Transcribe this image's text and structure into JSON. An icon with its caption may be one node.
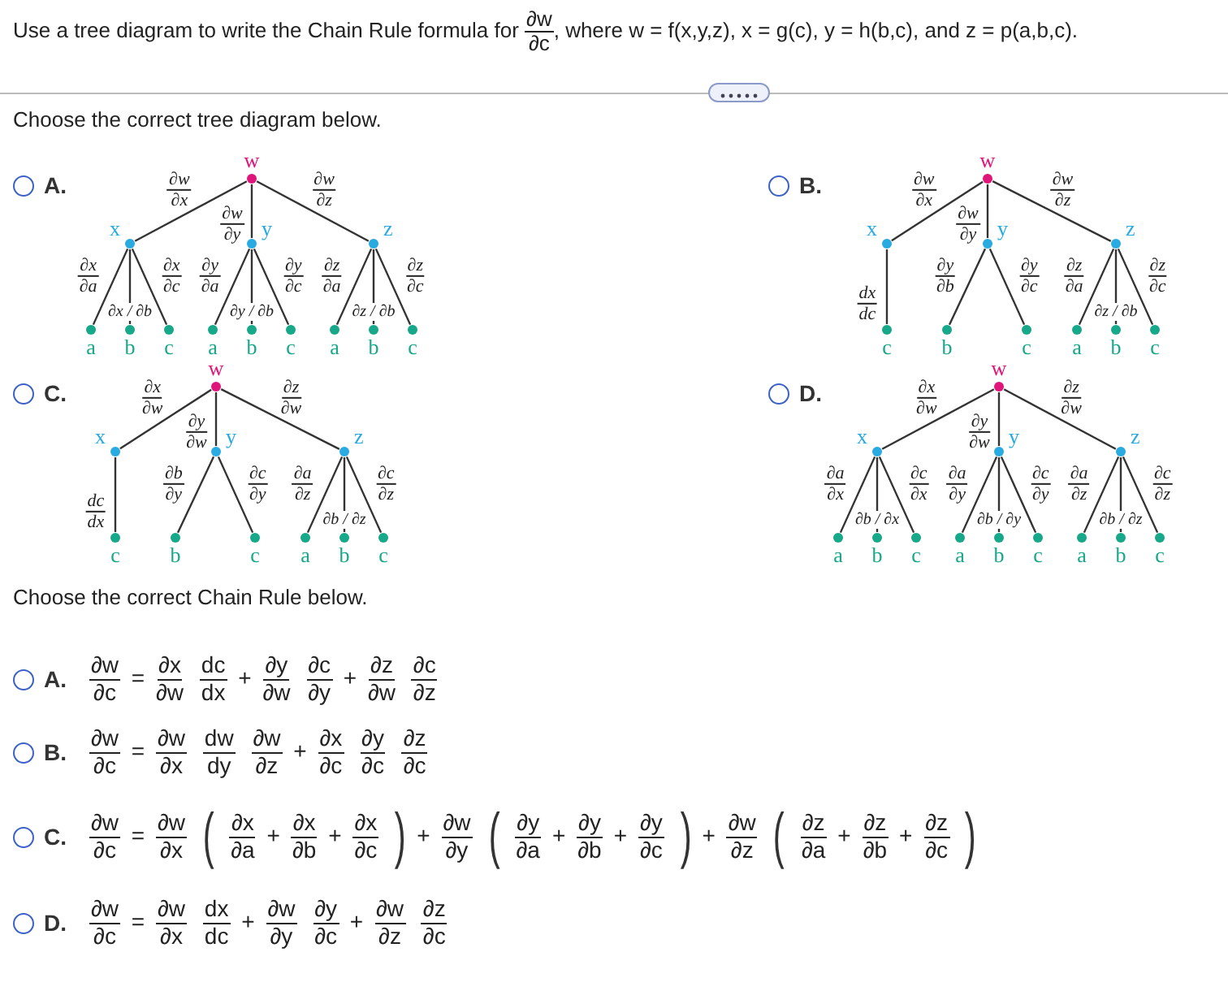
{
  "diagram": {
    "title": "Use a tree diagram to write the Chain Rule formula for $^{∂w}$$_{∂c}$, where w = f(x,y,z), x = g(c), y = h(b,c), and z = p(a,b,c).",
    "nodes": [
      {
        "text": [
          "w"
        ]
      },
      {
        "text": [
          "x"
        ]
      },
      {
        "text": [
          "y"
        ]
      },
      {
        "text": [
          "z"
        ]
      },
      {
        "text": [
          "a"
        ]
      },
      {
        "text": [
          "b"
        ]
      },
      {
        "text": [
          "c"
        ]
      },
      {
        "text": [
          "a"
        ]
      },
      {
        "text": [
          "b"
        ]
      },
      {
        "text": [
          "c"
        ]
      },
      {
        "text": [
          "a"
        ]
      },
      {
        "text": [
          "b"
        ]
      },
      {
        "text": [
          "c"
        ]
      },
      {
        "text": [
          "w"
        ]
      },
      {
        "text": [
          "x"
        ]
      },
      {
        "text": [
          "y"
        ]
      },
      {
        "text": [
          "z"
        ]
      },
      {
        "text": [
          "c"
        ]
      },
      {
        "text": [
          "b"
        ]
      },
      {
        "text": [
          "c"
        ]
      },
      {
        "text": [
          "a"
        ]
      },
      {
        "text": [
          "b"
        ]
      },
      {
        "text": [
          "c"
        ]
      },
      {
        "text": [
          "w"
        ]
      },
      {
        "text": [
          "x"
        ]
      },
      {
        "text": [
          "y"
        ]
      },
      {
        "text": [
          "z"
        ]
      },
      {
        "text": [
          "c"
        ]
      },
      {
        "text": [
          "b"
        ]
      },
      {
        "text": [
          "c"
        ]
      },
      {
        "text": [
          "a"
        ]
      },
      {
        "text": [
          "b"
        ]
      },
      {
        "text": [
          "c"
        ]
      },
      {
        "text": [
          "w"
        ]
      },
      {
        "text": [
          "x"
        ]
      },
      {
        "text": [
          "y"
        ]
      },
      {
        "text": [
          "z"
        ]
      },
      {
        "text": [
          "a"
        ]
      },
      {
        "text": [
          "b"
        ]
      },
      {
        "text": [
          "c"
        ]
      },
      {
        "text": [
          "a"
        ]
      },
      {
        "text": [
          "b"
        ]
      },
      {
        "text": [
          "c"
        ]
      },
      {
        "text": [
          "a"
        ]
      },
      {
        "text": [
          "b"
        ]
      },
      {
        "text": [
          "c"
        ]
      }
    ],
    "edges": [
      {
        "from": 0,
        "to": 1,
        "arrow": "none",
        "label": "$^{∂w}$$_{∂x}$"
      },
      {
        "from": 0,
        "to": 2,
        "arrow": "none",
        "label": "$^{∂w}$$_{∂y}$"
      },
      {
        "from": 0,
        "to": 3,
        "arrow": "none",
        "label": "$^{∂w}$$_{∂z}$"
      },
      {
        "from": 1,
        "to": 4,
        "arrow": "none",
        "label": "$^{∂x}$$_{∂a}$"
      },
      {
        "from": 1,
        "to": 5,
        "arrow": "none",
        "label": "∂x / ∂b"
      },
      {
        "from": 1,
        "to": 6,
        "arrow": "none",
        "label": "$^{∂x}$$_{∂c}$"
      },
      {
        "from": 2,
        "to": 7,
        "arrow": "none",
        "label": "$^{∂y}$$_{∂a}$"
      },
      {
        "from": 2,
        "to": 8,
        "arrow": "none",
        "label": "∂y / ∂b"
      },
      {
        "from": 2,
        "to": 9,
        "arrow": "none",
        "label": "$^{∂y}$$_{∂c}$"
      },
      {
        "from": 3,
        "to": 10,
        "arrow": "none",
        "label": "$^{∂z}$$_{∂a}$"
      },
      {
        "from": 3,
        "to": 11,
        "arrow": "none",
        "label": "∂z / ∂b"
      },
      {
        "from": 3,
        "to": 12,
        "arrow": "none",
        "label": "$^{∂z}$$_{∂c}$"
      },
      {
        "from": 13,
        "to": 14,
        "arrow": "none",
        "label": "$^{∂w}$$_{∂x}$"
      },
      {
        "from": 13,
        "to": 15,
        "arrow": "none",
        "label": "$^{∂w}$$_{∂y}$"
      },
      {
        "from": 13,
        "to": 16,
        "arrow": "none",
        "label": "$^{∂w}$$_{∂z}$"
      },
      {
        "from": 14,
        "to": 17,
        "arrow": "none",
        "label": "$^{dx}$$_{dc}$"
      },
      {
        "from": 15,
        "to": 18,
        "arrow": "none",
        "label": "$^{∂y}$$_{∂b}$"
      },
      {
        "from": 15,
        "to": 19,
        "arrow": "none",
        "label": "$^{∂y}$$_{∂c}$"
      },
      {
        "from": 16,
        "to": 20,
        "arrow": "none",
        "label": "$^{∂z}$$_{∂a}$"
      },
      {
        "from": 16,
        "to": 21,
        "arrow": "none",
        "label": "∂z / ∂b"
      },
      {
        "from": 16,
        "to": 22,
        "arrow": "none",
        "label": "$^{∂z}$$_{∂c}$"
      },
      {
        "from": 23,
        "to": 24,
        "arrow": "none",
        "label": "$^{∂x}$$_{∂w}$"
      },
      {
        "from": 23,
        "to": 25,
        "arrow": "none",
        "label": "$^{∂y}$$_{∂w}$"
      },
      {
        "from": 23,
        "to": 26,
        "arrow": "none",
        "label": "$^{∂z}$$_{∂w}$"
      },
      {
        "from": 24,
        "to": 27,
        "arrow": "none",
        "label": "$^{dc}$$_{dx}$"
      },
      {
        "from": 25,
        "to": 28,
        "arrow": "none",
        "label": "$^{∂b}$$_{∂y}$"
      },
      {
        "from": 25,
        "to": 29,
        "arrow": "none",
        "label": "$^{∂c}$$_{∂y}$"
      },
      {
        "from": 26,
        "to": 30,
        "arrow": "none",
        "label": "$^{∂a}$$_{∂z}$"
      },
      {
        "from": 26,
        "to": 31,
        "arrow": "none",
        "label": "∂b / ∂z"
      },
      {
        "from": 26,
        "to": 32,
        "arrow": "none",
        "label": "$^{∂c}$$_{∂z}$"
      },
      {
        "from": 33,
        "to": 34,
        "arrow": "none",
        "label": "$^{∂x}$$_{∂w}$"
      },
      {
        "from": 33,
        "to": 35,
        "arrow": "none",
        "label": "$^{∂y}$$_{∂w}$"
      },
      {
        "from": 33,
        "to": 36,
        "arrow": "none",
        "label": "$^{∂z}$$_{∂w}$"
      },
      {
        "from": 34,
        "to": 37,
        "arrow": "none",
        "label": "$^{∂a}$$_{∂x}$"
      },
      {
        "from": 34,
        "to": 38,
        "arrow": "none",
        "label": "∂b / ∂x"
      },
      {
        "from": 34,
        "to": 39,
        "arrow": "none",
        "label": "$^{∂c}$$_{∂x}$"
      },
      {
        "from": 35,
        "to": 40,
        "arrow": "none",
        "label": "$^{∂a}$$_{∂y}$"
      },
      {
        "from": 35,
        "to": 41,
        "arrow": "none",
        "label": "∂b / ∂y"
      },
      {
        "from": 35,
        "to": 42,
        "arrow": "none",
        "label": "$^{∂c}$$_{∂y}$"
      },
      {
        "from": 36,
        "to": 43,
        "arrow": "none",
        "label": "$^{∂a}$$_{∂z}$"
      },
      {
        "from": 36,
        "to": 44,
        "arrow": "none",
        "label": "∂b / ∂z"
      },
      {
        "from": 36,
        "to": 45,
        "arrow": "none",
        "label": "$^{∂c}$$_{∂z}$"
      }
    ],
    "labels": [
      "Choose the correct tree diagram below.",
      "A.",
      "B.",
      "C.",
      "D.",
      "Choose the correct Chain Rule below.",
      "A.",
      "$^{∂w}$$_{∂c}$ = $^{∂x}$$_{∂w}$ $^{dc}$$_{dx}$ + $^{∂y}$$_{∂w}$ $^{∂c}$$_{∂y}$ + $^{∂z}$$_{∂w}$ $^{∂c}$$_{∂z}$",
      "B.",
      "$^{∂w}$$_{∂c}$ = $^{∂w}$$_{∂x}$ $^{dw}$$_{dy}$ $^{∂w}$$_{∂z}$ + $^{∂x}$$_{∂c}$ $^{∂y}$$_{∂c}$ $^{∂z}$$_{∂c}$",
      "C.",
      "$^{∂w}$$_{∂c}$ = $^{∂w}$$_{∂x}$ ( $^{∂x}$$_{∂a}$ + $^{∂x}$$_{∂b}$ + $^{∂x}$$_{∂c}$ ) + $^{∂w}$$_{∂y}$ ( $^{∂y}$$_{∂a}$ + $^{∂y}$$_{∂b}$ + $^{∂y}$$_{∂c}$ ) + $^{∂w}$$_{∂z}$ ( $^{∂z}$$_{∂a}$ + $^{∂z}$$_{∂b}$ + $^{∂z}$$_{∂c}$ )",
      "D.",
      "$^{∂w}$$_{∂c}$ = $^{∂w}$$_{∂x}$ $^{dx}$$_{dc}$ + $^{∂w}$$_{∂y}$ $^{∂y}$$_{∂c}$ + $^{∂w}$$_{∂z}$ $^{∂z}$$_{∂c}$"
    ]
  }
}
